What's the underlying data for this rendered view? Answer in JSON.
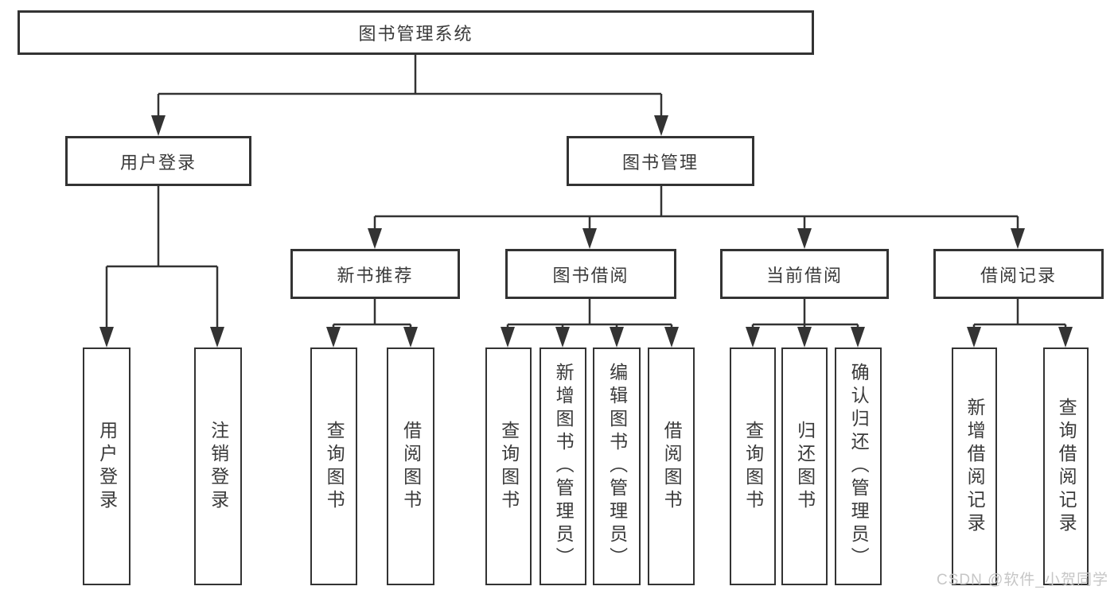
{
  "diagram": {
    "root": {
      "label": "图书管理系统"
    },
    "branches": [
      {
        "label": "用户登录",
        "children": [
          {
            "label": "用户登录"
          },
          {
            "label": "注销登录"
          }
        ]
      },
      {
        "label": "图书管理",
        "children": [
          {
            "label": "新书推荐",
            "children": [
              {
                "label": "查询图书"
              },
              {
                "label": "借阅图书"
              }
            ]
          },
          {
            "label": "图书借阅",
            "children": [
              {
                "label": "查询图书"
              },
              {
                "label": "新增图书（管理员）"
              },
              {
                "label": "编辑图书（管理员）"
              },
              {
                "label": "借阅图书"
              }
            ]
          },
          {
            "label": "当前借阅",
            "children": [
              {
                "label": "查询图书"
              },
              {
                "label": "归还图书"
              },
              {
                "label": "确认归还（管理员）"
              }
            ]
          },
          {
            "label": "借阅记录",
            "children": [
              {
                "label": "新增借阅记录"
              },
              {
                "label": "查询借阅记录"
              }
            ]
          }
        ]
      }
    ]
  },
  "watermark": {
    "text": "CSDN @软件_小贺同学"
  },
  "colors": {
    "line": "#333333",
    "text": "#3a3a3a",
    "watermark": "#c6c6c6",
    "background": "#ffffff"
  }
}
